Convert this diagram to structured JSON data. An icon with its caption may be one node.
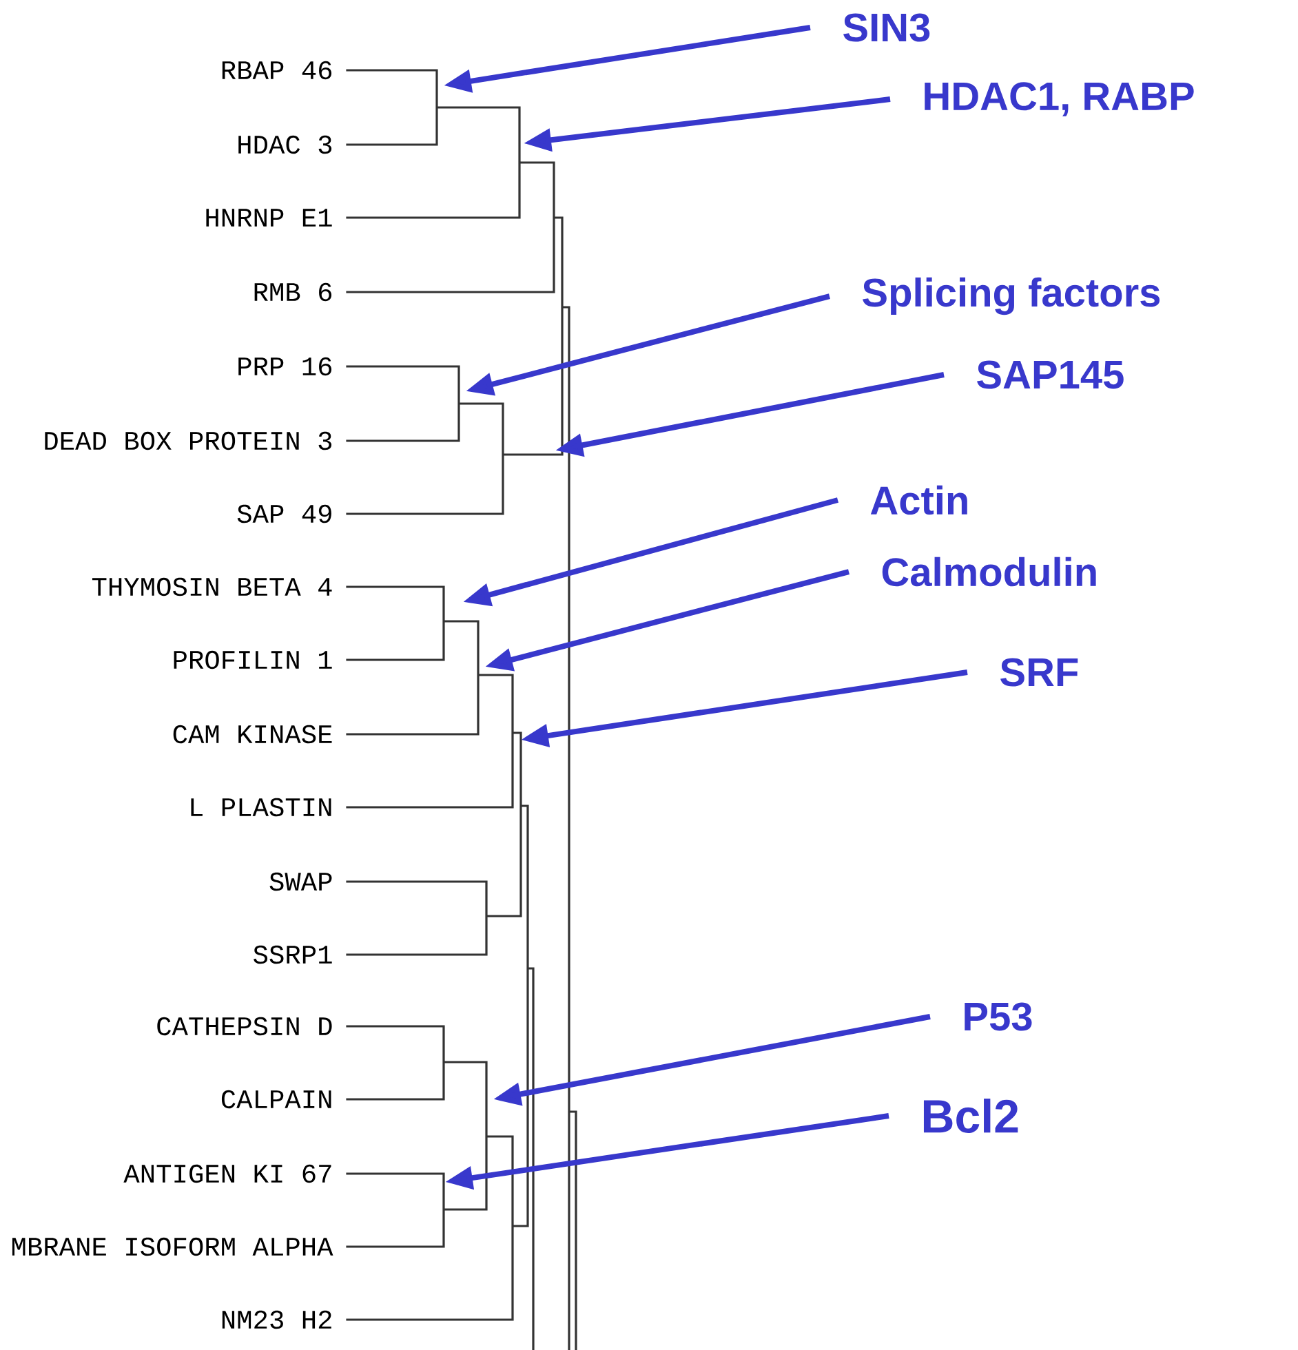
{
  "diagram": {
    "nodes": [
      {
        "text": [
          "SIN3"
        ]
      },
      {
        "text": [
          "HDAC1, RABP"
        ]
      },
      {
        "text": [
          "Splicing factors"
        ]
      },
      {
        "text": [
          "SAP145"
        ]
      },
      {
        "text": [
          "Actin"
        ]
      },
      {
        "text": [
          "Calmodulin"
        ]
      },
      {
        "text": [
          "SRF"
        ]
      },
      {
        "text": [
          "P53"
        ]
      },
      {
        "text": [
          "Bcl2"
        ]
      }
    ],
    "edges": [
      {
        "from": 0,
        "to": null,
        "arrow": "to"
      },
      {
        "from": 1,
        "to": null,
        "arrow": "to"
      },
      {
        "from": 2,
        "to": null,
        "arrow": "to"
      },
      {
        "from": 3,
        "to": null,
        "arrow": "to"
      },
      {
        "from": 4,
        "to": null,
        "arrow": "to"
      },
      {
        "from": 5,
        "to": null,
        "arrow": "to"
      },
      {
        "from": 6,
        "to": null,
        "arrow": "to"
      },
      {
        "from": 7,
        "to": null,
        "arrow": "to"
      },
      {
        "from": 8,
        "to": null,
        "arrow": "to"
      }
    ],
    "labels": [
      "RBAP 46",
      "HDAC 3",
      "HNRNP E1",
      "RMB 6",
      "PRP 16",
      "DEAD BOX PROTEIN 3",
      "SAP 49",
      "THYMOSIN BETA 4",
      "PROFILIN 1",
      "CAM KINASE",
      "L PLASTIN",
      "SWAP",
      "SSRP1",
      "CATHEPSIN D",
      "CALPAIN",
      "ANTIGEN KI 67",
      "MBRANE ISOFORM ALPHA",
      "NM23 H2"
    ]
  }
}
